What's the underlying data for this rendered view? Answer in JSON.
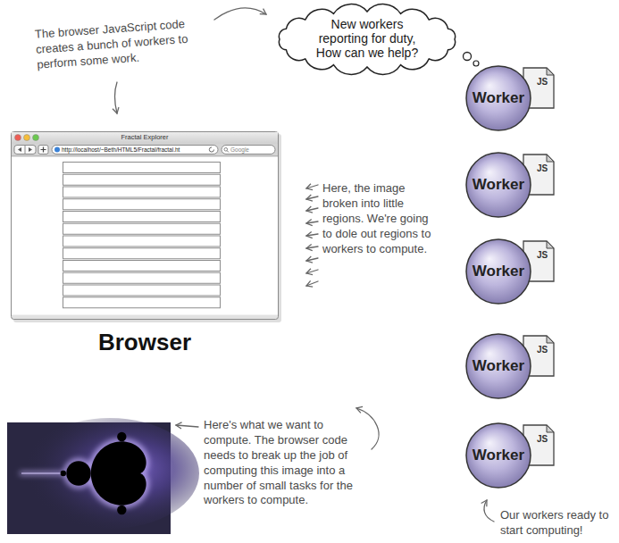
{
  "diagram": {
    "nodes": [
      {
        "text": [
          "New workers reporting for duty, How can we help?"
        ]
      },
      {
        "text": [
          "Fractal Explorer",
          "http://localhost/~Beth/HTML5/Fractal/fractal.ht",
          "Google"
        ]
      },
      {
        "text": [
          "Worker"
        ]
      },
      {
        "text": [
          "JS"
        ]
      },
      {
        "text": [
          "Worker"
        ]
      },
      {
        "text": [
          "JS"
        ]
      },
      {
        "text": [
          "Worker"
        ]
      },
      {
        "text": [
          "JS"
        ]
      },
      {
        "text": [
          "Worker"
        ]
      },
      {
        "text": [
          "JS"
        ]
      },
      {
        "text": [
          "Worker"
        ]
      },
      {
        "text": [
          "JS"
        ]
      }
    ],
    "labels": [
      "The browser JavaScript code creates a bunch of workers to perform some work.",
      "Browser",
      "Here, the image broken into little regions. We're going to dole out regions to workers to compute.",
      "Here's what we want to compute. The browser code needs to break up the job of computing this image into a number of small tasks for the workers to compute.",
      "Our workers ready to start computing!"
    ]
  }
}
